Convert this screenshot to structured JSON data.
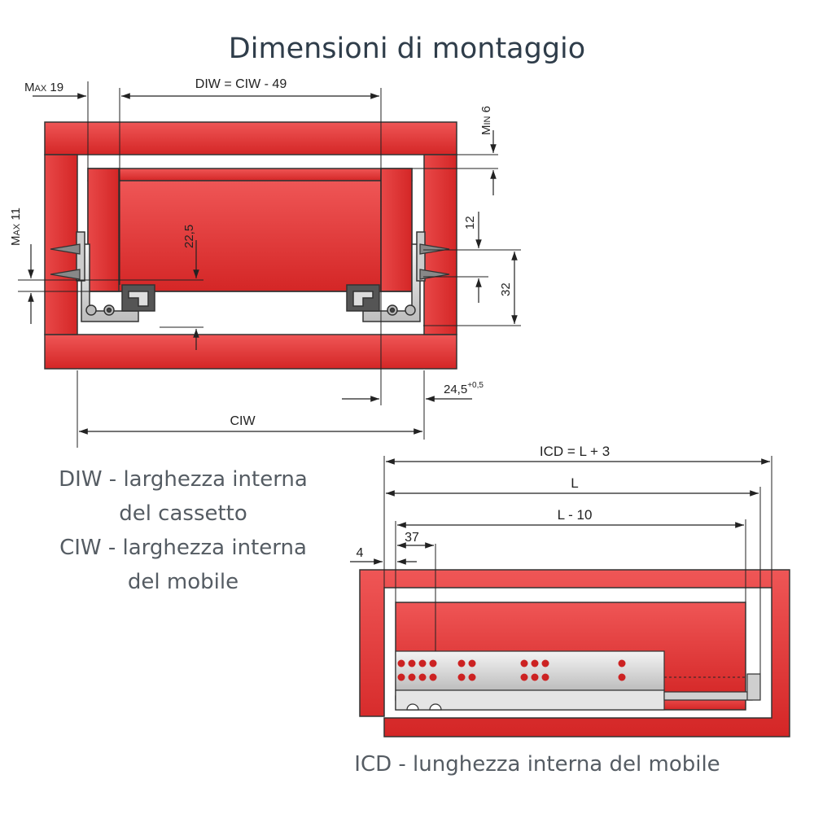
{
  "title": "Dimensioni di montaggio",
  "colors": {
    "panel": "#d42a2a",
    "panel_light": "#ee5555",
    "outline": "#333333",
    "rail": "#c8c8c8"
  },
  "front_view": {
    "max19": {
      "a": "M",
      "b": "AX",
      "c": " 19"
    },
    "diw_formula": "DIW = CIW - 49",
    "min6": {
      "a": "M",
      "b": "IN",
      "c": " 6"
    },
    "max11": {
      "a": "M",
      "b": "AX",
      "c": " 11"
    },
    "dim_22_5": "22,5",
    "dim_12": "12",
    "dim_32": "32",
    "dim_24_5": "24,5",
    "dim_24_5_tol": "+0,5",
    "ciw": "CIW"
  },
  "legend": {
    "diw_line1": "DIW - larghezza interna",
    "diw_line2": "del cassetto",
    "ciw_line1": "CIW - larghezza interna",
    "ciw_line2": "del mobile"
  },
  "side_view": {
    "icd_formula": "ICD = L + 3",
    "l": "L",
    "l_minus_10": "L - 10",
    "dim_37": "37",
    "dim_4": "4"
  },
  "caption": "ICD - lunghezza interna del mobile"
}
